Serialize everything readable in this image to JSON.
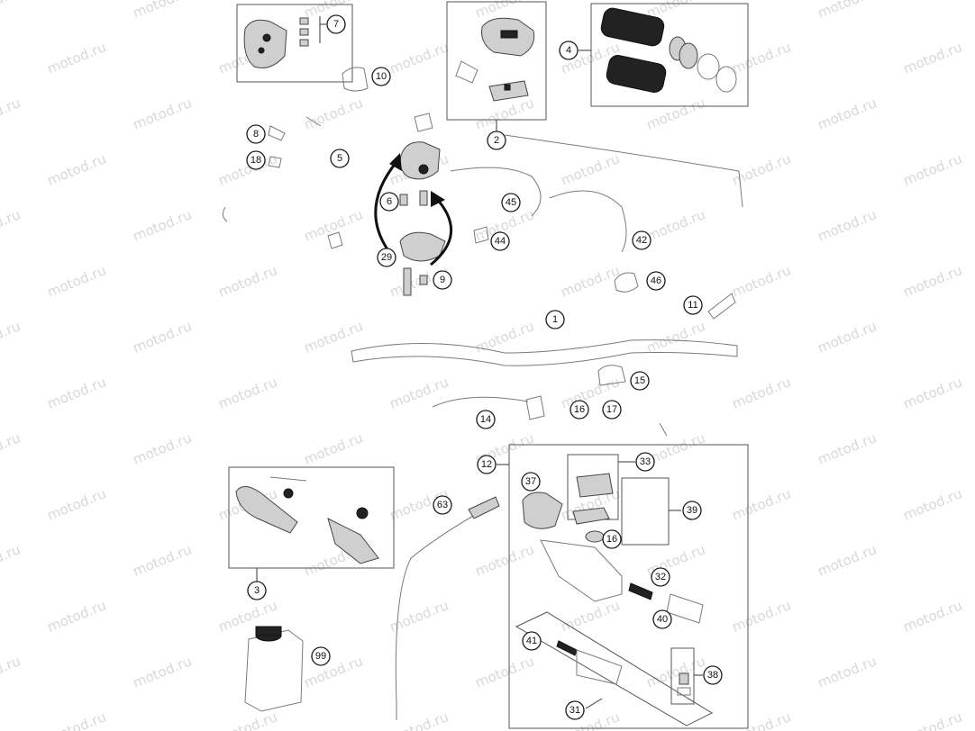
{
  "watermark": "motod.ru",
  "callouts": {
    "c1": "1",
    "c2": "2",
    "c3": "3",
    "c4": "4",
    "c5": "5",
    "c6": "6",
    "c7": "7",
    "c8": "8",
    "c9": "9",
    "c10": "10",
    "c11": "11",
    "c12": "12",
    "c14": "14",
    "c15": "15",
    "c16a": "16",
    "c16b": "16",
    "c17": "17",
    "c18": "18",
    "c29": "29",
    "c31": "31",
    "c32": "32",
    "c33": "33",
    "c37": "37",
    "c38": "38",
    "c39": "39",
    "c40": "40",
    "c41": "41",
    "c42": "42",
    "c44": "44",
    "c45": "45",
    "c46": "46",
    "c63": "63",
    "c99": "99"
  }
}
